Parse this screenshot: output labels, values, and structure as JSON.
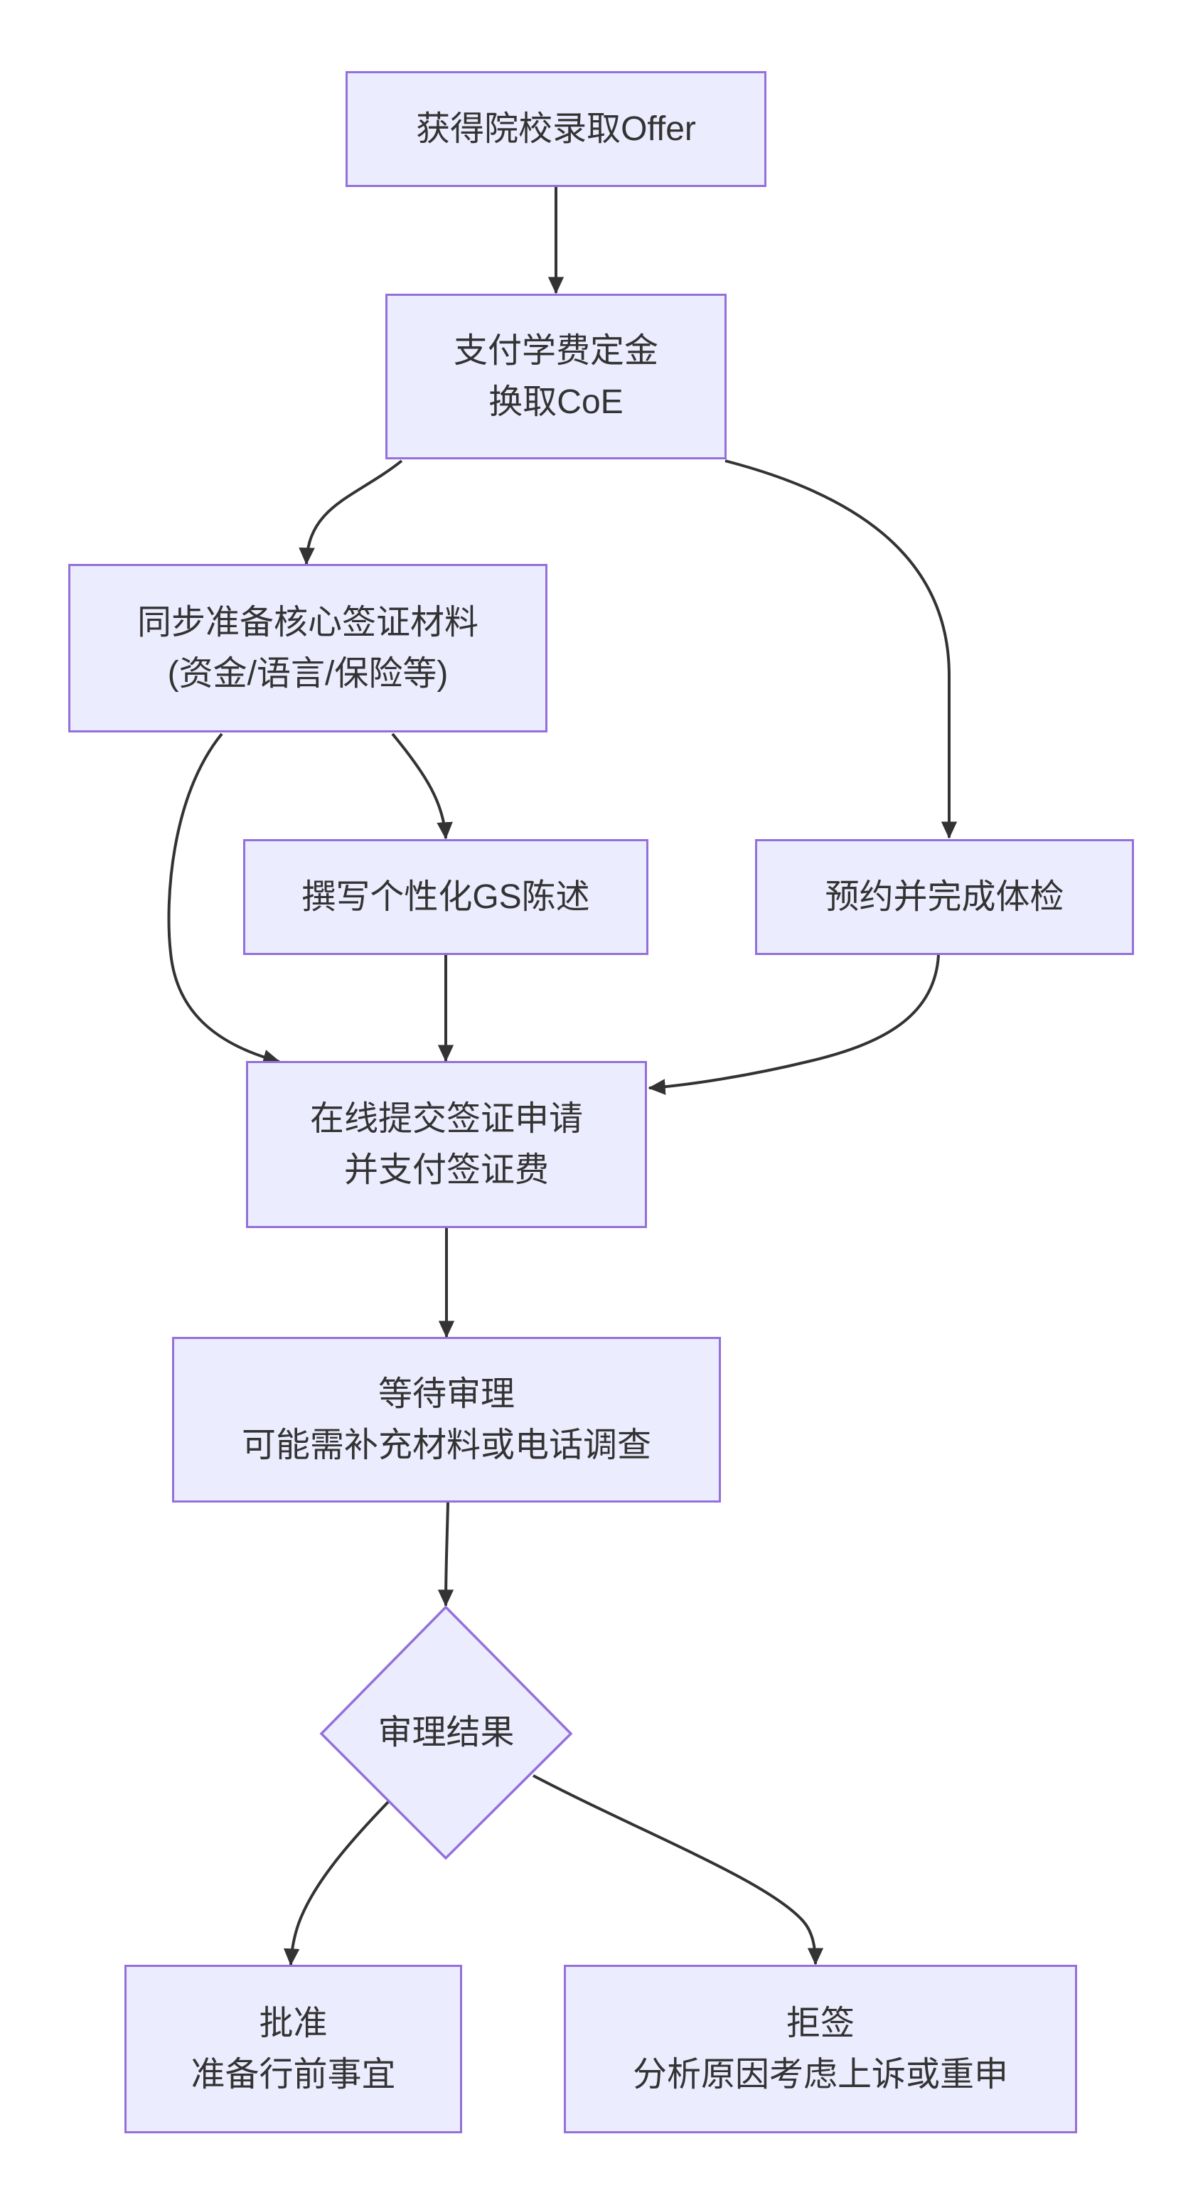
{
  "diagram": {
    "type": "flowchart",
    "direction": "top-down",
    "colors": {
      "background": "#ffffff",
      "node_fill": "#ECECFF",
      "node_border": "#9370DB",
      "text": "#333333",
      "edge": "#333333"
    },
    "nodes": [
      {
        "id": "offer",
        "shape": "rect",
        "label": "获得院校录取Offer"
      },
      {
        "id": "coe",
        "shape": "rect",
        "label": "支付学费定金\n换取CoE"
      },
      {
        "id": "materials",
        "shape": "rect",
        "label": "同步准备核心签证材料\n(资金/语言/保险等)"
      },
      {
        "id": "gs",
        "shape": "rect",
        "label": "撰写个性化GS陈述"
      },
      {
        "id": "medical",
        "shape": "rect",
        "label": "预约并完成体检"
      },
      {
        "id": "submit",
        "shape": "rect",
        "label": "在线提交签证申请\n并支付签证费"
      },
      {
        "id": "wait",
        "shape": "rect",
        "label": "等待审理\n可能需补充材料或电话调查"
      },
      {
        "id": "result",
        "shape": "diamond",
        "label": "审理结果"
      },
      {
        "id": "approved",
        "shape": "rect",
        "label": "批准\n准备行前事宜"
      },
      {
        "id": "refused",
        "shape": "rect",
        "label": "拒签\n分析原因考虑上诉或重申"
      }
    ],
    "edges": [
      {
        "from": "offer",
        "to": "coe"
      },
      {
        "from": "coe",
        "to": "materials"
      },
      {
        "from": "coe",
        "to": "medical"
      },
      {
        "from": "materials",
        "to": "submit"
      },
      {
        "from": "materials",
        "to": "gs"
      },
      {
        "from": "gs",
        "to": "submit"
      },
      {
        "from": "medical",
        "to": "submit"
      },
      {
        "from": "submit",
        "to": "wait"
      },
      {
        "from": "wait",
        "to": "result"
      },
      {
        "from": "result",
        "to": "approved"
      },
      {
        "from": "result",
        "to": "refused"
      }
    ]
  }
}
